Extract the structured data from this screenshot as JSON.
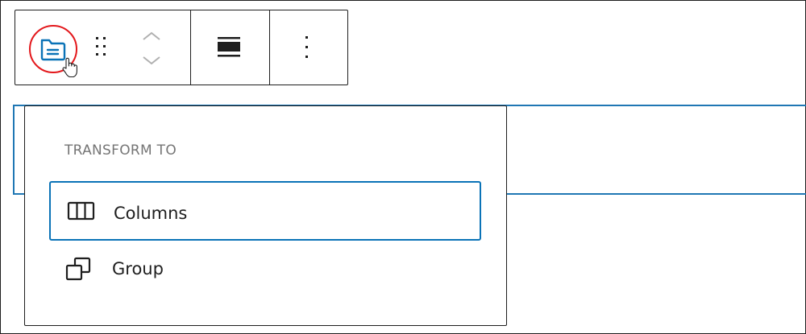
{
  "block_toolbar": {
    "block_type_icon": "folder-lines-icon",
    "highlight_color": "#e3171b",
    "accent_color": "#0a73b7",
    "buttons": [
      {
        "name": "block-type-button",
        "icon": "folder-lines-icon"
      },
      {
        "name": "drag-handle",
        "icon": "drag-dots-icon"
      },
      {
        "name": "move-up-button",
        "icon": "chevron-up-icon"
      },
      {
        "name": "move-down-button",
        "icon": "chevron-down-icon"
      },
      {
        "name": "align-button",
        "icon": "align-wide-icon"
      },
      {
        "name": "options-button",
        "icon": "more-vertical-icon"
      }
    ]
  },
  "transform_menu": {
    "title": "TRANSFORM TO",
    "items": [
      {
        "label": "Columns",
        "icon": "columns-icon",
        "selected": true
      },
      {
        "label": "Group",
        "icon": "group-icon",
        "selected": false
      }
    ]
  }
}
